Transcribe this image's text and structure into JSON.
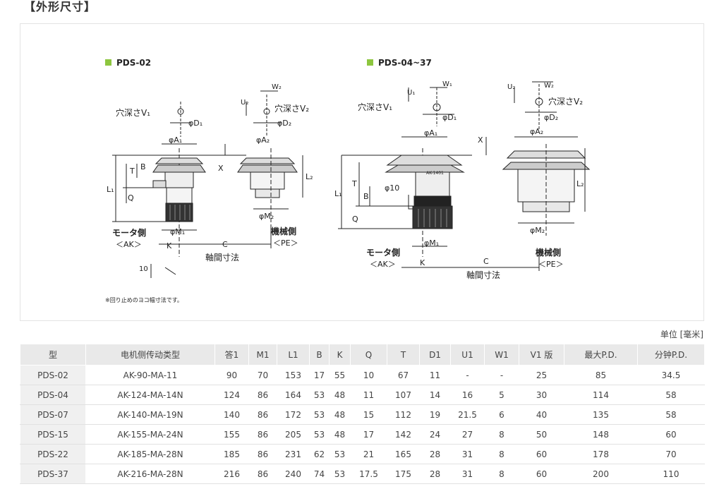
{
  "page": {
    "title": "【外形尺寸】",
    "unit_label": "单位 [毫米]"
  },
  "figure": {
    "left": {
      "heading": "PDS-02",
      "labels": {
        "hole_depth_v1": "穴深さV₁",
        "d1": "φD₁",
        "a1": "φA₁",
        "m1": "φM₁",
        "t": "T",
        "b": "B",
        "q": "Q",
        "l1": "L₁",
        "x": "X",
        "motor_side": "モータ側",
        "ak": "＜AK＞",
        "k": "K",
        "c": "C",
        "axis_dist": "軸間寸法",
        "ten": "10",
        "u2": "U₂",
        "w2": "W₂",
        "hole_depth_v2": "穴深さV₂",
        "d2": "φD₂",
        "a2": "φA₂",
        "l2": "L₂",
        "m2": "φM₂",
        "machine_side": "機械側",
        "pe": "＜PE＞"
      },
      "note": "※回り止めのヨコ幅寸法です。"
    },
    "right": {
      "heading": "PDS-04~37",
      "labels": {
        "u1": "U₁",
        "w1": "W₁",
        "hole_depth_v1": "穴深さV₁",
        "d1": "φD₁",
        "a1": "φA₁",
        "x": "X",
        "phi10": "φ10",
        "t": "T",
        "b": "B",
        "l1": "L₁",
        "q": "Q",
        "m1": "φM₁",
        "motor_side": "モータ側",
        "ak": "＜AK＞",
        "k": "K",
        "c": "C",
        "axis_dist": "軸間寸法",
        "u2": "U₂",
        "w2": "W₂",
        "hole_depth_v2": "穴深さV₂",
        "d2": "φD₂",
        "a2": "φA₂",
        "l2": "L₂",
        "m2": "φM₂",
        "machine_side": "機械側",
        "pe": "＜PE＞",
        "motor_mark": "AK-1401"
      }
    },
    "accent_color": "#8dc63f"
  },
  "table": {
    "headers": [
      "型",
      "电机侧传动类型",
      "答1",
      "M1",
      "L1",
      "B",
      "K",
      "Q",
      "T",
      "D1",
      "U1",
      "W1",
      "V1 版",
      "最大P.D.",
      "分钟P.D."
    ],
    "rows": [
      [
        "PDS-02",
        "AK-90-MA-11",
        "90",
        "70",
        "153",
        "17",
        "55",
        "10",
        "67",
        "11",
        "-",
        "-",
        "25",
        "85",
        "34.5"
      ],
      [
        "PDS-04",
        "AK-124-MA-14N",
        "124",
        "86",
        "164",
        "53",
        "48",
        "11",
        "107",
        "14",
        "16",
        "5",
        "30",
        "114",
        "58"
      ],
      [
        "PDS-07",
        "AK-140-MA-19N",
        "140",
        "86",
        "172",
        "53",
        "48",
        "15",
        "112",
        "19",
        "21.5",
        "6",
        "40",
        "135",
        "58"
      ],
      [
        "PDS-15",
        "AK-155-MA-24N",
        "155",
        "86",
        "205",
        "53",
        "48",
        "17",
        "142",
        "24",
        "27",
        "8",
        "50",
        "148",
        "60"
      ],
      [
        "PDS-22",
        "AK-185-MA-28N",
        "185",
        "86",
        "231",
        "62",
        "53",
        "21",
        "165",
        "28",
        "31",
        "8",
        "60",
        "178",
        "70"
      ],
      [
        "PDS-37",
        "AK-216-MA-28N",
        "216",
        "86",
        "240",
        "74",
        "53",
        "17.5",
        "175",
        "28",
        "31",
        "8",
        "60",
        "200",
        "110"
      ]
    ]
  }
}
